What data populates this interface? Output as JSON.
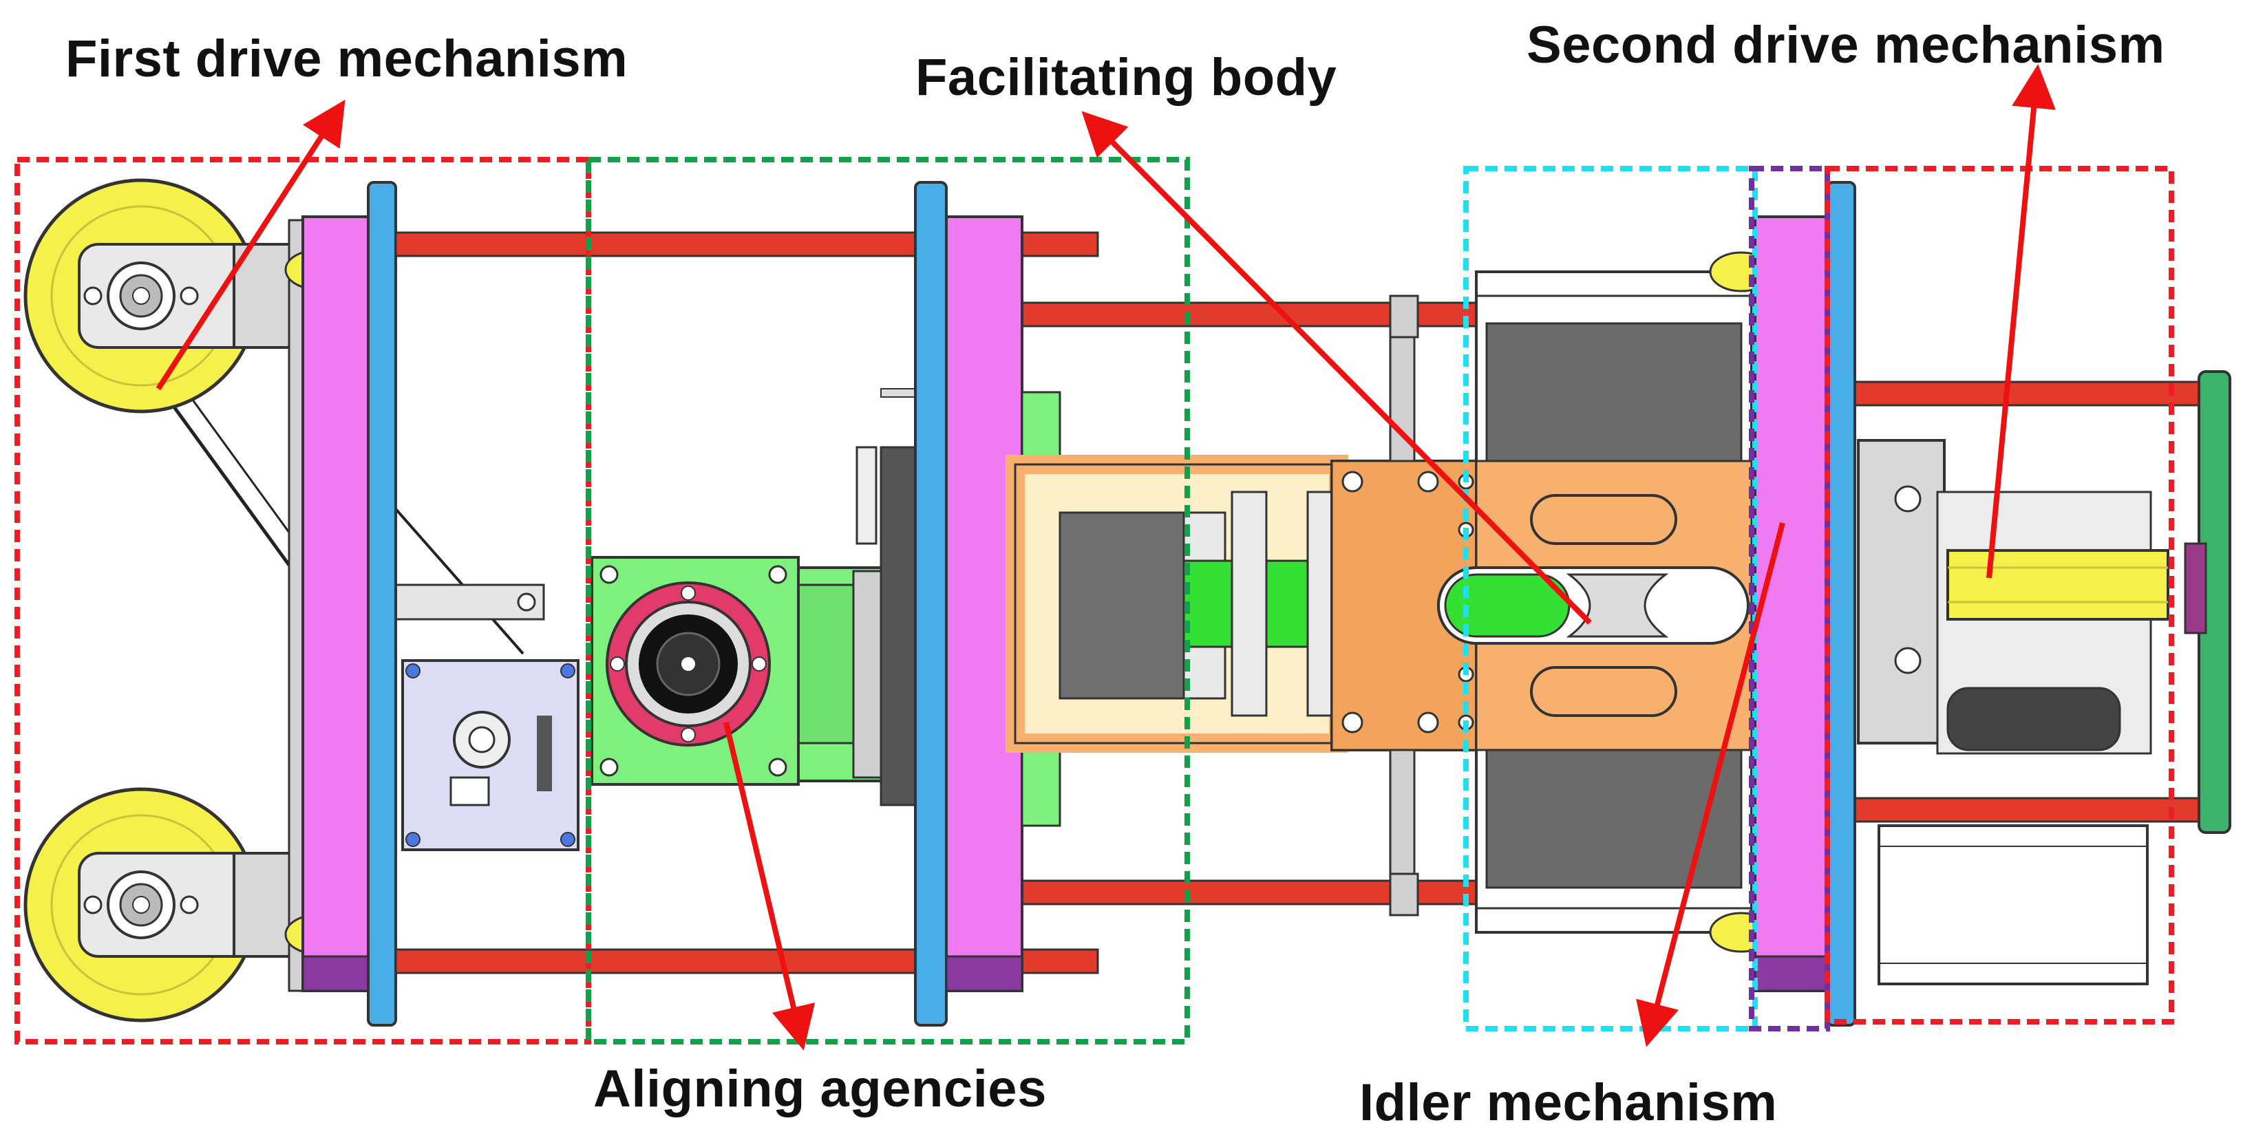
{
  "labels": {
    "first_drive": "First drive mechanism",
    "facilitating_body": "Facilitating body",
    "second_drive": "Second drive mechanism",
    "aligning": "Aligning agencies",
    "idler": "Idler mechanism"
  },
  "colors": {
    "annotation_arrow": "#ee1111",
    "drive_box": "#ee1c24",
    "aligning_box": "#12a04a",
    "facilitating_box": "#1ee0ee",
    "divider_box": "#7030a0",
    "wheel": "#f6f04a",
    "rail": "#e23b2b",
    "plate_pink": "#f07af0",
    "plate_blue": "#49aee8",
    "body_orange": "#f7b06e",
    "green_part": "#7ef07e"
  }
}
